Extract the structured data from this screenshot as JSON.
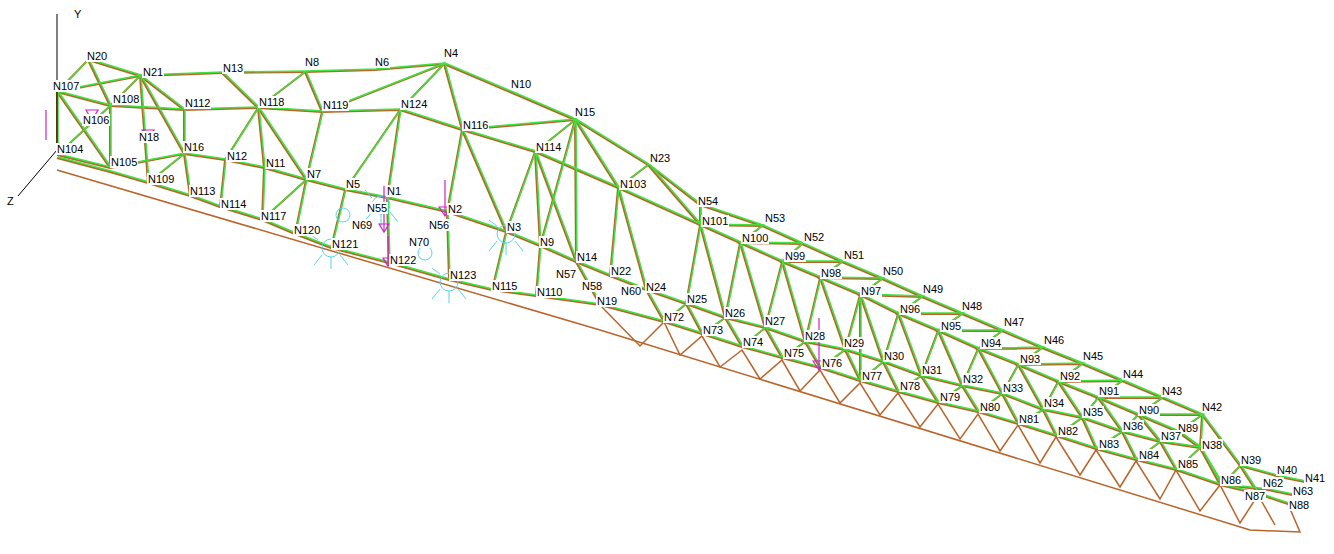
{
  "diagram": {
    "labels": [
      "Y",
      "Z",
      "N20",
      "N21",
      "N13",
      "N8",
      "N6",
      "N4",
      "N10",
      "N107",
      "N108",
      "N106",
      "N112",
      "N118",
      "N119",
      "N124",
      "N116",
      "N15",
      "N18",
      "N114",
      "N16",
      "N104",
      "N12",
      "N23",
      "N11",
      "N105",
      "N7",
      "N109",
      "N5",
      "N103",
      "N113",
      "N1",
      "N54",
      "N114",
      "N117",
      "N55",
      "N2",
      "N53",
      "N101",
      "N100",
      "N120",
      "N69",
      "N56",
      "N3",
      "N52",
      "N9",
      "N121",
      "N70",
      "N99",
      "N51",
      "N14",
      "N98",
      "N122",
      "N22",
      "N50",
      "N123",
      "N57",
      "N58",
      "N60",
      "N24",
      "N19",
      "N115",
      "N110",
      "N25",
      "N97",
      "N49",
      "N72",
      "N96",
      "N48",
      "N26",
      "N73",
      "N95",
      "N47",
      "N27",
      "N74",
      "N28",
      "N29",
      "N94",
      "N46",
      "N75",
      "N76",
      "N93",
      "N45",
      "N30",
      "N92",
      "N44",
      "N77",
      "N31",
      "N78",
      "N32",
      "N33",
      "N91",
      "N43",
      "N34",
      "N79",
      "N90",
      "N80",
      "N42",
      "N35",
      "N36",
      "N89",
      "N81",
      "N37",
      "N82",
      "N83",
      "N38",
      "N84",
      "N85",
      "N39",
      "N40",
      "N41",
      "N86",
      "N62",
      "N63",
      "N87",
      "N88"
    ]
  }
}
